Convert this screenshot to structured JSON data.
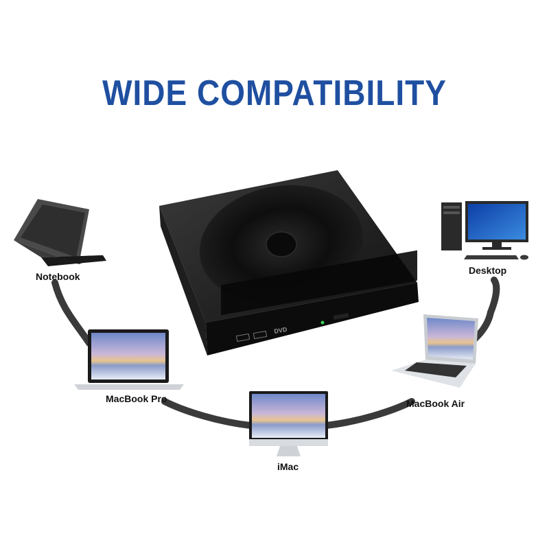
{
  "title": "WIDE COMPATIBILITY",
  "devices": {
    "notebook": "Notebook",
    "desktop": "Desktop",
    "macbook_pro": "MacBook Pro",
    "macbook_air": "MacBook Air",
    "imac": "iMac"
  },
  "drive": {
    "logo_text": "DVD"
  },
  "colors": {
    "title": "#1f4fa0",
    "cable": "#3a3a3a",
    "drive_body": "#161616"
  }
}
